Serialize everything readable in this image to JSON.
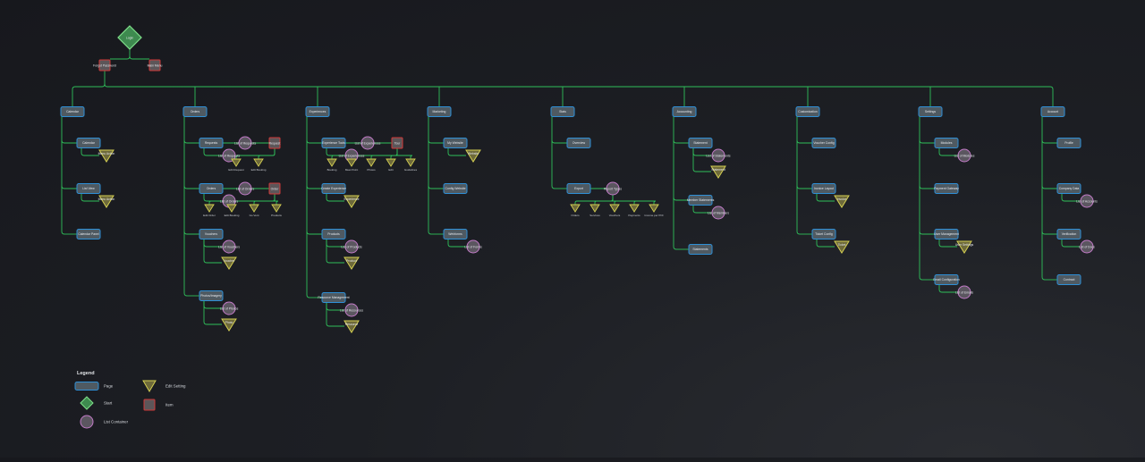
{
  "start": {
    "label": "Login"
  },
  "start_children": [
    {
      "id": "forgot",
      "label": "Forgot Password"
    },
    {
      "id": "main",
      "label": "Main Menu"
    }
  ],
  "columns": [
    {
      "label": "Calendar",
      "nodes": [
        {
          "label": "Calendar",
          "items": [
            {
              "type": "tri",
              "label": "Menu Action"
            }
          ]
        },
        {
          "label": "List View",
          "items": [
            {
              "type": "tri",
              "label": "Menu Action"
            }
          ]
        },
        {
          "label": "Calendar Panel",
          "items": []
        }
      ]
    },
    {
      "label": "Orders",
      "nodes": [
        {
          "label": "Requests",
          "items": [
            {
              "type": "circ",
              "label": "List of Requests"
            }
          ],
          "extra_item": {
            "label": "Request"
          },
          "row_leaves": [
            "Edit Request",
            "Edit Booking"
          ]
        },
        {
          "label": "Orders",
          "items": [
            {
              "type": "circ",
              "label": "List of Orders"
            }
          ],
          "extra_item": {
            "label": "Order"
          },
          "row_leaves": [
            "Edit Order",
            "Edit Booking",
            "Go Vent",
            "Products"
          ]
        },
        {
          "label": "Vouchers",
          "items": [
            {
              "type": "circ",
              "label": "List of Vouchers"
            },
            {
              "type": "tri",
              "label": "Voucher"
            }
          ]
        },
        {
          "label": "Photos/Imagery",
          "items": [
            {
              "type": "circ",
              "label": "List of Photos"
            },
            {
              "type": "tri",
              "label": "Photo"
            }
          ]
        }
      ]
    },
    {
      "label": "Experiences",
      "nodes": [
        {
          "label": "Experience Tools",
          "items": [
            {
              "type": "circ",
              "label": "List of Experiences"
            }
          ],
          "extra_item": {
            "label": "Tour"
          },
          "row_leaves": [
            "Booking",
            "Meet Point",
            "Photos",
            "Edit",
            "Guidelines"
          ]
        },
        {
          "label": "Create Experience",
          "items": [
            {
              "type": "tri",
              "label": "Experience"
            }
          ]
        },
        {
          "label": "Products",
          "items": [
            {
              "type": "circ",
              "label": "List of Products"
            },
            {
              "type": "tri",
              "label": "Product"
            }
          ]
        },
        {
          "label": "Resource Management",
          "items": [
            {
              "type": "circ",
              "label": "List of Resources"
            },
            {
              "type": "tri",
              "label": "Resource"
            }
          ]
        }
      ]
    },
    {
      "label": "Marketing",
      "nodes": [
        {
          "label": "My Website",
          "items": [
            {
              "type": "tri",
              "label": "Website"
            }
          ]
        },
        {
          "label": "Config Website",
          "items": []
        },
        {
          "label": "Webforms",
          "items": [
            {
              "type": "circ",
              "label": "List of Forms"
            }
          ]
        }
      ]
    },
    {
      "label": "Stats",
      "nodes": [
        {
          "label": "Overview",
          "items": []
        },
        {
          "label": "Export",
          "items": [],
          "extra_item": {
            "label": "Report Types"
          },
          "row_leaves": [
            "Orders",
            "Services",
            "Vouchers",
            "Payments",
            "Income per POI"
          ]
        }
      ]
    },
    {
      "label": "Accounting",
      "nodes": [
        {
          "label": "Statement",
          "items": [
            {
              "type": "circ",
              "label": "List of Statements"
            },
            {
              "type": "tri",
              "label": "Statement"
            }
          ]
        },
        {
          "label": "Member Statements",
          "items": [
            {
              "type": "circ",
              "label": "List of Members"
            }
          ]
        },
        {
          "label": "Statements",
          "items": []
        }
      ]
    },
    {
      "label": "Customization",
      "nodes": [
        {
          "label": "Voucher Config",
          "items": []
        },
        {
          "label": "Invoice Layout",
          "items": [
            {
              "type": "tri",
              "label": "Invoice"
            }
          ]
        },
        {
          "label": "Ticket Config",
          "items": [
            {
              "type": "tri",
              "label": "Ticket"
            }
          ]
        }
      ]
    },
    {
      "label": "Settings",
      "nodes": [
        {
          "label": "Modules",
          "items": [
            {
              "type": "circ",
              "label": "List of Modules"
            }
          ]
        },
        {
          "label": "Payment Gateway",
          "items": []
        },
        {
          "label": "User Management",
          "items": [
            {
              "type": "tri",
              "label": "User Settings"
            }
          ]
        },
        {
          "label": "Email Configuration",
          "items": [
            {
              "type": "circ",
              "label": "List of Emails"
            }
          ]
        }
      ]
    },
    {
      "label": "Account",
      "nodes": [
        {
          "label": "Profile",
          "items": []
        },
        {
          "label": "Company Data",
          "items": [
            {
              "type": "circ",
              "label": "List of Accounts"
            }
          ]
        },
        {
          "label": "Verification",
          "items": [
            {
              "type": "circ",
              "label": "List of Docs"
            }
          ]
        },
        {
          "label": "Contract",
          "items": []
        }
      ]
    }
  ],
  "legend": {
    "title": "Legend",
    "entries": [
      {
        "shape": "page",
        "label": "Page"
      },
      {
        "shape": "start",
        "label": "Start"
      },
      {
        "shape": "list",
        "label": "List Container"
      },
      {
        "shape": "edit",
        "label": "Edit Setting"
      },
      {
        "shape": "item",
        "label": "Item"
      }
    ]
  },
  "colors": {
    "connector": "#2fbf5a",
    "page_fill": "#4f5a62",
    "page_stroke": "#2e8fd6",
    "start_fill": "#3e8a4f",
    "start_stroke": "#7fe08a",
    "list_fill": "#5b5660",
    "list_stroke": "#c27ac7",
    "edit_fill": "#6e6a3a",
    "edit_stroke": "#d4cf52",
    "item_fill": "#5c5659",
    "item_stroke": "#d03838"
  }
}
